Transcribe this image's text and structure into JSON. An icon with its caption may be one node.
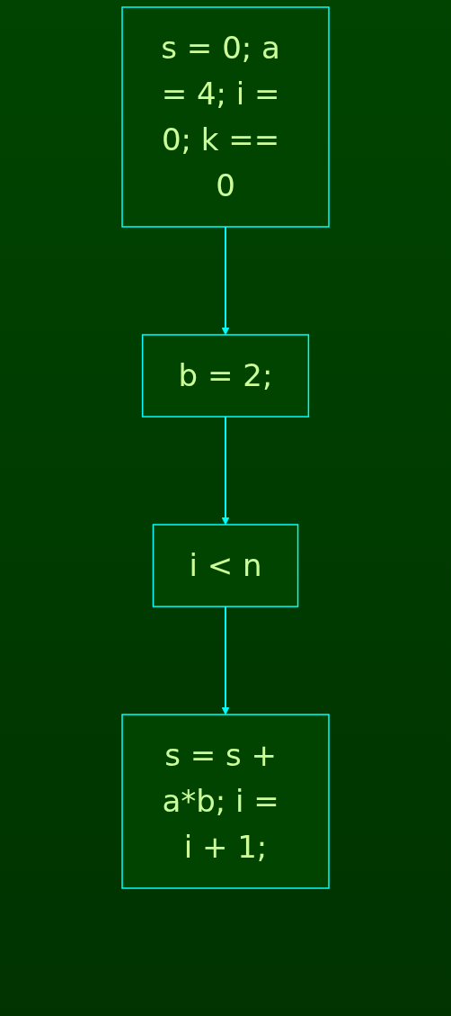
{
  "diagram": {
    "nodes": [
      {
        "text": [
          "s = 0; a = 4; i = 0; k == 0"
        ]
      },
      {
        "text": [
          "b = 2;"
        ]
      },
      {
        "text": [
          "i < n"
        ]
      },
      {
        "text": [
          "s = s + a*b; i = i + 1;"
        ]
      }
    ],
    "edges": [
      {
        "from": 0,
        "to": 1,
        "arrow": "to"
      },
      {
        "from": 1,
        "to": 2,
        "arrow": "to"
      },
      {
        "from": 2,
        "to": 3,
        "arrow": "to"
      }
    ]
  }
}
